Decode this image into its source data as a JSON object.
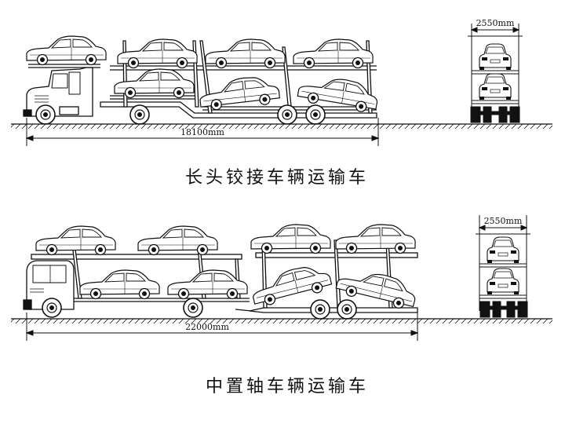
{
  "panels": [
    {
      "id": "top",
      "caption": "长头铰接车辆运输车",
      "length_label": "18100mm",
      "width_label": "2550mm"
    },
    {
      "id": "bottom",
      "caption": "中置轴车辆运输车",
      "length_label": "22000mm",
      "width_label": "2550mm"
    }
  ]
}
